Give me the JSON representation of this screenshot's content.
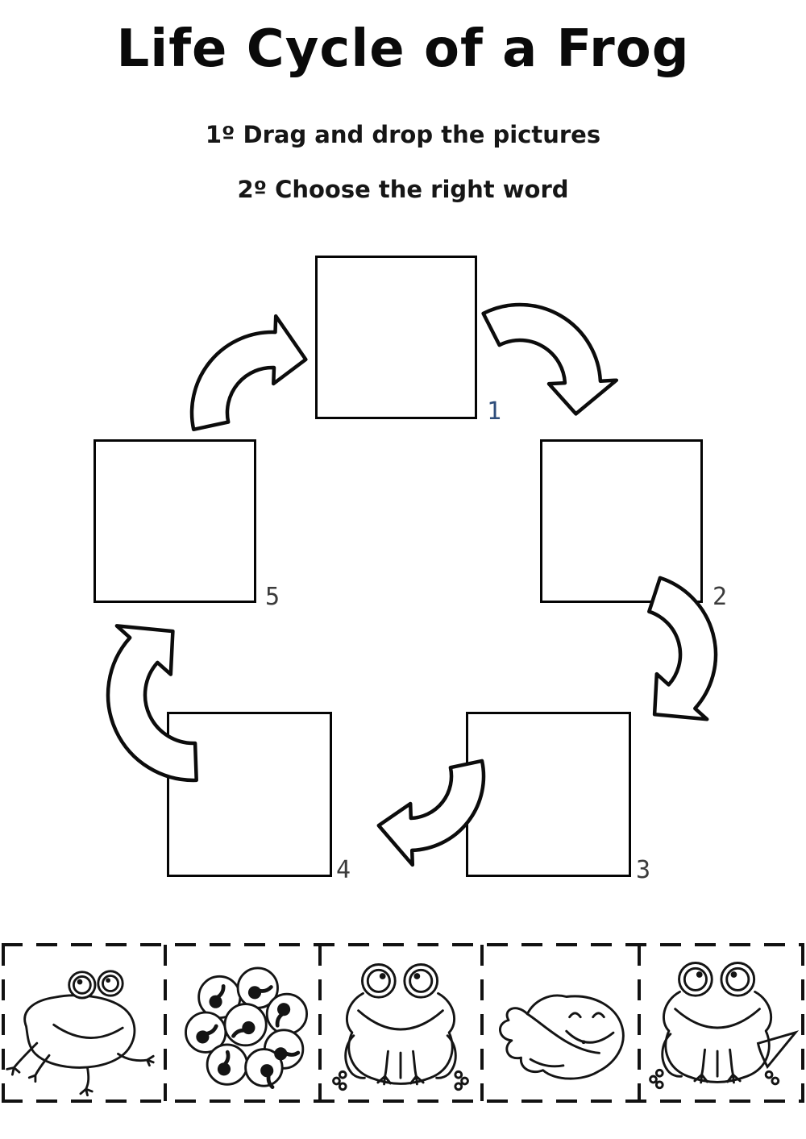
{
  "title": "Life Cycle of a Frog",
  "instructions": {
    "step1": "1º Drag and drop the pictures",
    "step2": "2º Choose the right word"
  },
  "cycle": {
    "slots": [
      {
        "number": "1"
      },
      {
        "number": "2"
      },
      {
        "number": "3"
      },
      {
        "number": "4"
      },
      {
        "number": "5"
      }
    ],
    "arrow_icons": [
      "curved-arrow-5-to-1",
      "curved-arrow-1-to-2",
      "curved-arrow-2-to-3",
      "curved-arrow-3-to-4",
      "curved-arrow-4-to-5"
    ]
  },
  "pictures": {
    "items": [
      {
        "icon": "leaping-frog-image"
      },
      {
        "icon": "frog-eggs-image"
      },
      {
        "icon": "sitting-frog-image"
      },
      {
        "icon": "tadpole-image"
      },
      {
        "icon": "froglet-with-tail-image"
      }
    ]
  },
  "colors": {
    "ink": "#000000",
    "slot_number_1": "#2e4d7b",
    "slot_number": "#3b3b3b"
  }
}
